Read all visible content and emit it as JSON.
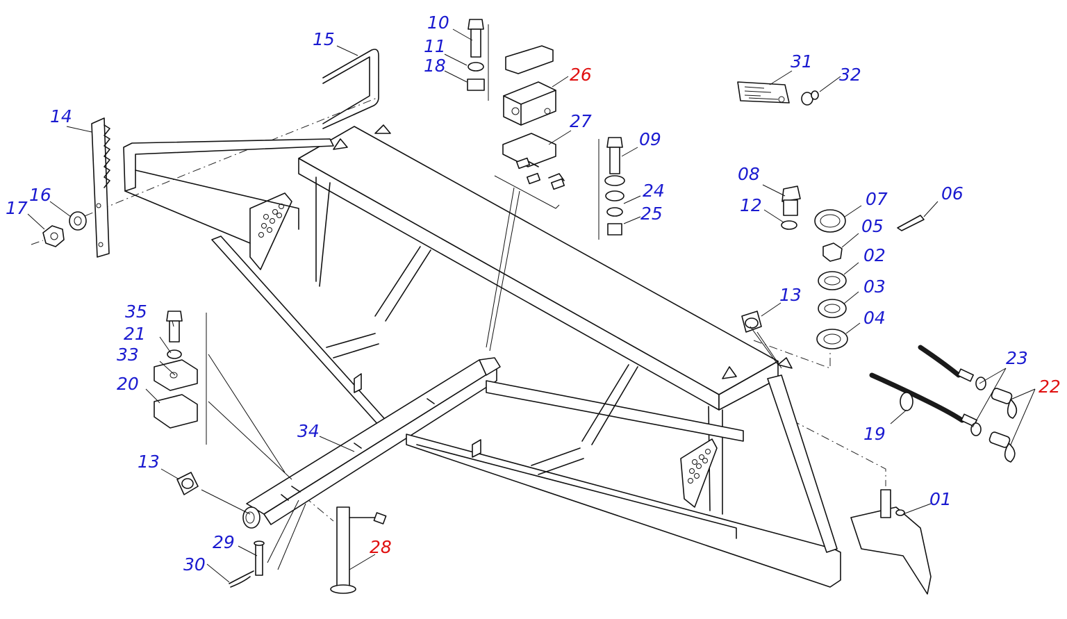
{
  "diagram": {
    "colors": {
      "label_default": "#1a1ad0",
      "label_highlight": "#e01010",
      "lines": "#111111"
    },
    "labels": [
      {
        "id": "p01",
        "text": "01",
        "color": "#1a1ad0"
      },
      {
        "id": "p02",
        "text": "02",
        "color": "#1a1ad0"
      },
      {
        "id": "p03",
        "text": "03",
        "color": "#1a1ad0"
      },
      {
        "id": "p04",
        "text": "04",
        "color": "#1a1ad0"
      },
      {
        "id": "p05",
        "text": "05",
        "color": "#1a1ad0"
      },
      {
        "id": "p06",
        "text": "06",
        "color": "#1a1ad0"
      },
      {
        "id": "p07",
        "text": "07",
        "color": "#1a1ad0"
      },
      {
        "id": "p08",
        "text": "08",
        "color": "#1a1ad0"
      },
      {
        "id": "p09",
        "text": "09",
        "color": "#1a1ad0"
      },
      {
        "id": "p10",
        "text": "10",
        "color": "#1a1ad0"
      },
      {
        "id": "p11",
        "text": "11",
        "color": "#1a1ad0"
      },
      {
        "id": "p12",
        "text": "12",
        "color": "#1a1ad0"
      },
      {
        "id": "p13a",
        "text": "13",
        "color": "#1a1ad0"
      },
      {
        "id": "p13b",
        "text": "13",
        "color": "#1a1ad0"
      },
      {
        "id": "p14",
        "text": "14",
        "color": "#1a1ad0"
      },
      {
        "id": "p15",
        "text": "15",
        "color": "#1a1ad0"
      },
      {
        "id": "p16",
        "text": "16",
        "color": "#1a1ad0"
      },
      {
        "id": "p17",
        "text": "17",
        "color": "#1a1ad0"
      },
      {
        "id": "p18",
        "text": "18",
        "color": "#1a1ad0"
      },
      {
        "id": "p19",
        "text": "19",
        "color": "#1a1ad0"
      },
      {
        "id": "p20",
        "text": "20",
        "color": "#1a1ad0"
      },
      {
        "id": "p21",
        "text": "21",
        "color": "#1a1ad0"
      },
      {
        "id": "p22",
        "text": "22",
        "color": "#e01010"
      },
      {
        "id": "p23",
        "text": "23",
        "color": "#1a1ad0"
      },
      {
        "id": "p24",
        "text": "24",
        "color": "#1a1ad0"
      },
      {
        "id": "p25",
        "text": "25",
        "color": "#1a1ad0"
      },
      {
        "id": "p26",
        "text": "26",
        "color": "#e01010"
      },
      {
        "id": "p27",
        "text": "27",
        "color": "#1a1ad0"
      },
      {
        "id": "p28",
        "text": "28",
        "color": "#e01010"
      },
      {
        "id": "p29",
        "text": "29",
        "color": "#1a1ad0"
      },
      {
        "id": "p30",
        "text": "30",
        "color": "#1a1ad0"
      },
      {
        "id": "p31",
        "text": "31",
        "color": "#1a1ad0"
      },
      {
        "id": "p32",
        "text": "32",
        "color": "#1a1ad0"
      },
      {
        "id": "p33",
        "text": "33",
        "color": "#1a1ad0"
      },
      {
        "id": "p34",
        "text": "34",
        "color": "#1a1ad0"
      },
      {
        "id": "p35",
        "text": "35",
        "color": "#1a1ad0"
      }
    ]
  }
}
